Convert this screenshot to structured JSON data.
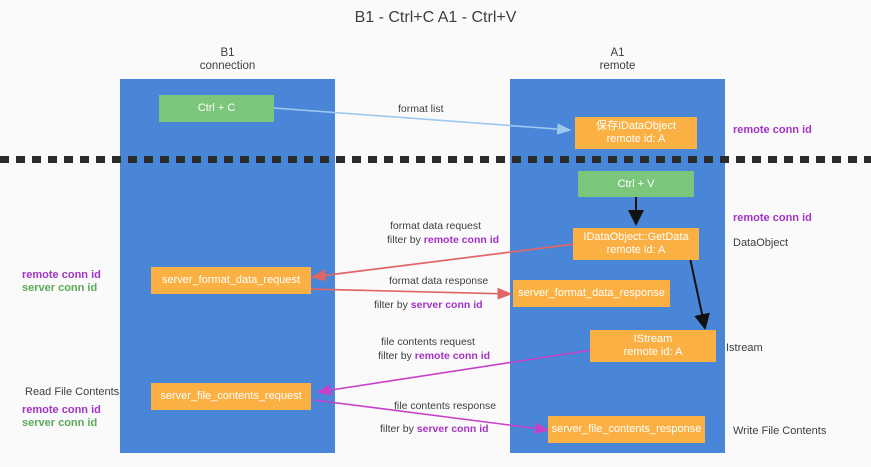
{
  "title": "B1 - Ctrl+C\nA1 - Ctrl+V",
  "colors": {
    "lane": "#4a86d8",
    "green_box": "#7bc67b",
    "orange_box": "#fbb043",
    "remote_conn_id": "#a333c8",
    "server_conn_id": "#5aab5a",
    "arrow_format_list": "#9ec9ef",
    "arrow_format_data": "#e06666",
    "arrow_file_contents": "#c councils",
    "background": "#fafafa"
  },
  "columns": [
    {
      "id": "b1",
      "name": "B1",
      "role": "connection"
    },
    {
      "id": "a1",
      "name": "A1",
      "role": "remote"
    }
  ],
  "boxes": {
    "ctrl_c": "Ctrl + C",
    "ctrl_v": "Ctrl + V",
    "idataobject_store": "保存IDataObject\nremote id: A",
    "idataobject_getdata": "IDataObject::GetData\nremote id: A",
    "istream": "IStream\nremote id: A",
    "server_format_data_request": "server_format_data_request",
    "server_format_data_response": "server_format_data_response",
    "server_file_contents_request": "server_file_contents_request",
    "server_file_contents_response": "server_file_contents_response"
  },
  "captions": {
    "format_list": "format list",
    "format_data_request": "format data request",
    "format_data_request_filter_prefix": "filter by ",
    "format_data_request_filter_key": "remote conn id",
    "format_data_response": "format data response",
    "format_data_response_filter_prefix": "filter by ",
    "format_data_response_filter_key": "server conn id",
    "file_contents_request": "file contents request",
    "file_contents_request_filter_prefix": "filter by ",
    "file_contents_request_filter_key": "remote conn id",
    "file_contents_response": "file contents response",
    "file_contents_response_filter_prefix": "filter by ",
    "file_contents_response_filter_key": "server conn id"
  },
  "right_labels": {
    "remote_conn_id_top": "remote conn id",
    "remote_conn_id_mid": "remote conn id",
    "dataobject": "DataObject",
    "istream": "Istream",
    "write_file_contents": "Write File Contents"
  },
  "left_labels": {
    "remote_conn_id_mid": "remote conn id",
    "server_conn_id_mid": "server conn id",
    "read_file_contents": "Read File Contents",
    "remote_conn_id_bottom": "remote conn id",
    "server_conn_id_bottom": "server conn id"
  }
}
